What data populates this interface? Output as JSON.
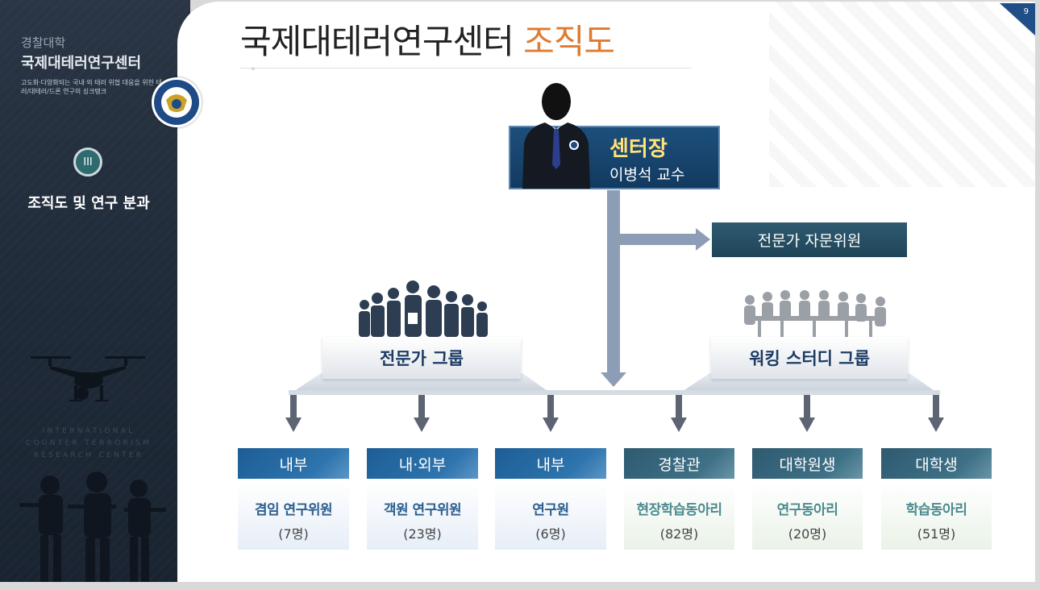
{
  "page_number": "9",
  "sidebar": {
    "org_small": "경찰대학",
    "org_title": "국제대테러연구센터",
    "description": "고도화·다양화되는 국내·외 테러 위협 대응을 위한 테러/대테러/드론 연구의 싱크탱크",
    "section_number": "III",
    "section_title": "조직도 및 연구 분과",
    "intl_line1": "INTERNATIONAL",
    "intl_line2": "COUNTER TERRORISM",
    "intl_line3": "RESEARCH CENTER"
  },
  "title": {
    "main": "국제대테러연구센터",
    "accent": "조직도"
  },
  "bullet": "◦",
  "director": {
    "title": "센터장",
    "name": "이병석 교수"
  },
  "advisory": "전문가 자문위원",
  "groups": {
    "expert": "전문가 그룹",
    "working": "워킹 스터디 그룹"
  },
  "columns": [
    {
      "head": "내부",
      "role": "겸임 연구위원",
      "count": "(7명)"
    },
    {
      "head": "내·외부",
      "role": "객원 연구위원",
      "count": "(23명)"
    },
    {
      "head": "내부",
      "role": "연구원",
      "count": "(6명)"
    },
    {
      "head": "경찰관",
      "role": "현장학습동아리",
      "count": "(82명)"
    },
    {
      "head": "대학원생",
      "role": "연구동아리",
      "count": "(20명)"
    },
    {
      "head": "대학생",
      "role": "학습동아리",
      "count": "(51명)"
    }
  ],
  "colors": {
    "accent_orange": "#e07a2f",
    "navy": "#123a60",
    "teal": "#2f5a70",
    "director_name": "#ffe27a"
  }
}
